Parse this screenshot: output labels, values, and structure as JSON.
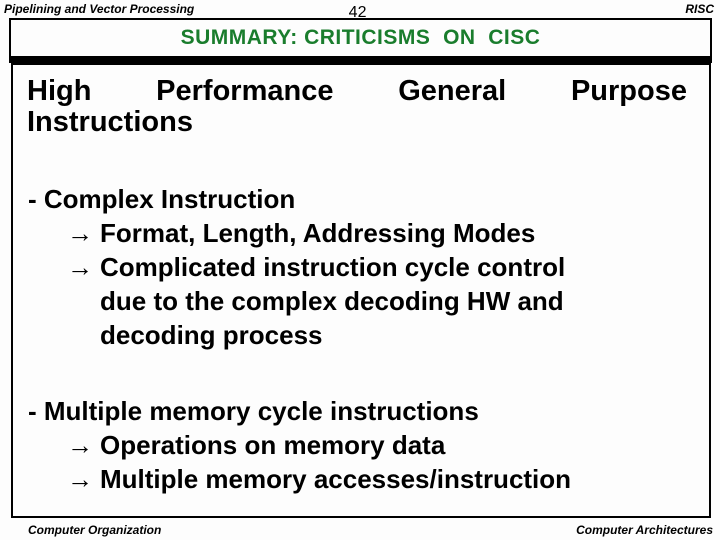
{
  "colors": {
    "title_green": "#1a7d2d",
    "text_black": "#000000",
    "border_black": "#000000",
    "background": "#fdfdfd"
  },
  "header": {
    "left": "Pipelining and Vector Processing",
    "page_number": "42",
    "right": "RISC"
  },
  "title": {
    "text": "SUMMARY: CRITICISMS  ON  CISC"
  },
  "heading": {
    "line1_words": [
      "High",
      "Performance",
      "General",
      "Purpose"
    ],
    "line2": "Instructions"
  },
  "bullets": [
    {
      "lead": "- Complex Instruction",
      "subs": [
        {
          "arrow": "→",
          "lines": [
            "Format, Length, Addressing Modes"
          ]
        },
        {
          "arrow": "→",
          "lines": [
            "Complicated instruction cycle control",
            "due to the complex decoding HW and",
            "decoding process"
          ]
        }
      ]
    },
    {
      "lead": "- Multiple memory cycle instructions",
      "subs": [
        {
          "arrow": "→",
          "lines": [
            "Operations on memory data"
          ]
        },
        {
          "arrow": "→",
          "lines": [
            "Multiple memory accesses/instruction"
          ]
        }
      ]
    }
  ],
  "footer": {
    "left": "Computer Organization",
    "right": "Computer Architectures"
  }
}
